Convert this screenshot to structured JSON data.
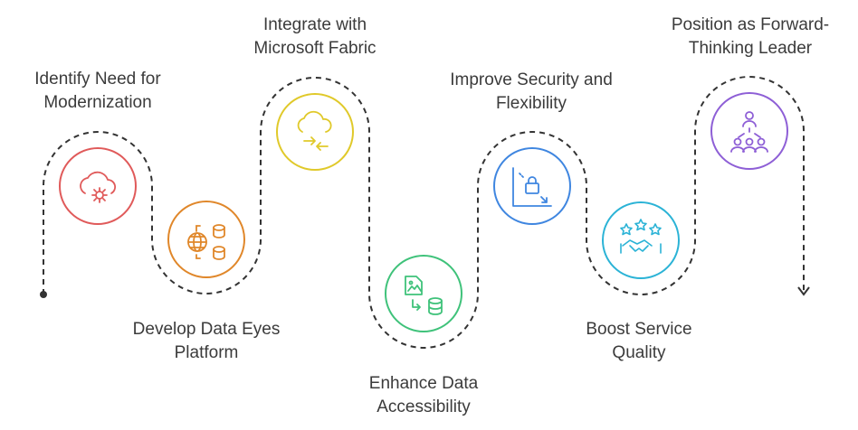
{
  "steps": [
    {
      "id": "identify",
      "lines": [
        "Identify Need for",
        "Modernization"
      ],
      "color": "#e05a5a",
      "icon": "cloud-gear-icon"
    },
    {
      "id": "develop",
      "lines": [
        "Develop Data Eyes",
        "Platform"
      ],
      "color": "#e0872a",
      "icon": "globe-database-icon"
    },
    {
      "id": "integrate",
      "lines": [
        "Integrate with",
        "Microsoft Fabric"
      ],
      "color": "#e0c92a",
      "icon": "cloud-sync-icon"
    },
    {
      "id": "enhance",
      "lines": [
        "Enhance Data",
        "Accessibility"
      ],
      "color": "#3fc27a",
      "icon": "file-database-icon"
    },
    {
      "id": "improve",
      "lines": [
        "Improve Security and",
        "Flexibility"
      ],
      "color": "#3f86e0",
      "icon": "chart-lock-icon"
    },
    {
      "id": "boost",
      "lines": [
        "Boost Service",
        "Quality"
      ],
      "color": "#2bb3d6",
      "icon": "stars-handshake-icon"
    },
    {
      "id": "position",
      "lines": [
        "Position as Forward-",
        "Thinking Leader"
      ],
      "color": "#8e5fd6",
      "icon": "team-leader-icon"
    }
  ]
}
